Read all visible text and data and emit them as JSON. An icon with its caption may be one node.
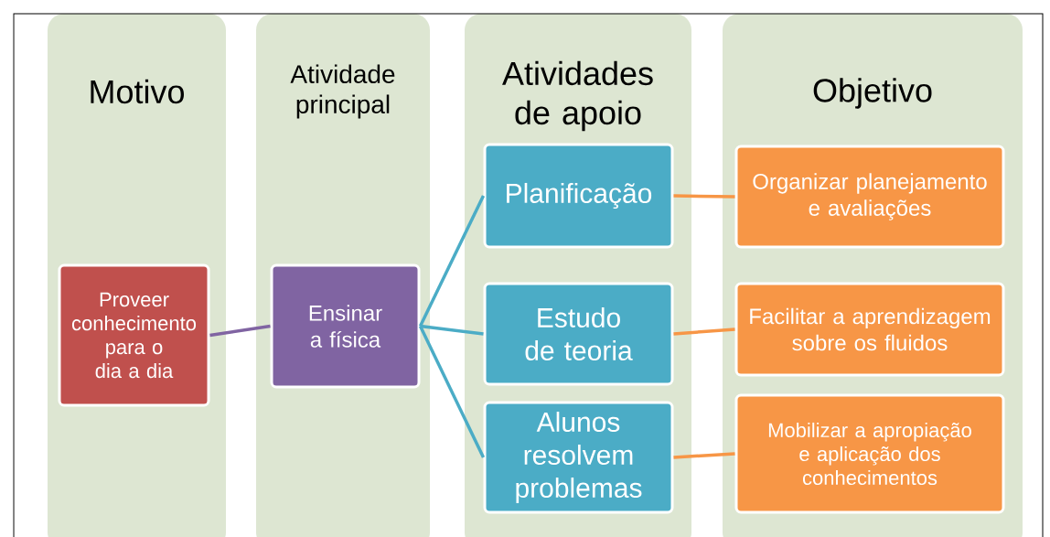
{
  "diagram": {
    "nodes": [
      {
        "text": [
          "Motivo"
        ]
      },
      {
        "text": [
          "Atividade principal"
        ]
      },
      {
        "text": [
          "Atividades de apoio"
        ]
      },
      {
        "text": [
          "Objetivo"
        ]
      },
      {
        "text": [
          "Proveer conhecimento para o dia a dia"
        ],
        "in": 0
      },
      {
        "text": [
          "Ensinar a física"
        ],
        "in": 1
      },
      {
        "text": [
          "Planificação"
        ],
        "in": 2
      },
      {
        "text": [
          "Estudo de teoria"
        ],
        "in": 2
      },
      {
        "text": [
          "Alunos resolvem problemas"
        ],
        "in": 2
      },
      {
        "text": [
          "Organizar planejamento e avaliações"
        ],
        "in": 3
      },
      {
        "text": [
          "Facilitar a aprendizagem sobre os fluidos"
        ],
        "in": 3
      },
      {
        "text": [
          "Mobilizar a apropiação e aplicação dos conhecimentos"
        ],
        "in": 3
      }
    ],
    "edges": [
      {
        "from": 4,
        "to": 5,
        "arrow": "none",
        "color": "#8064a2"
      },
      {
        "from": 5,
        "to": 6,
        "arrow": "none",
        "color": "#4bacc6"
      },
      {
        "from": 5,
        "to": 7,
        "arrow": "none",
        "color": "#4bacc6"
      },
      {
        "from": 5,
        "to": 8,
        "arrow": "none",
        "color": "#4bacc6"
      },
      {
        "from": 6,
        "to": 9,
        "arrow": "none",
        "color": "#f79646"
      },
      {
        "from": 7,
        "to": 10,
        "arrow": "none",
        "color": "#f79646"
      },
      {
        "from": 8,
        "to": 11,
        "arrow": "none",
        "color": "#f79646"
      }
    ]
  }
}
